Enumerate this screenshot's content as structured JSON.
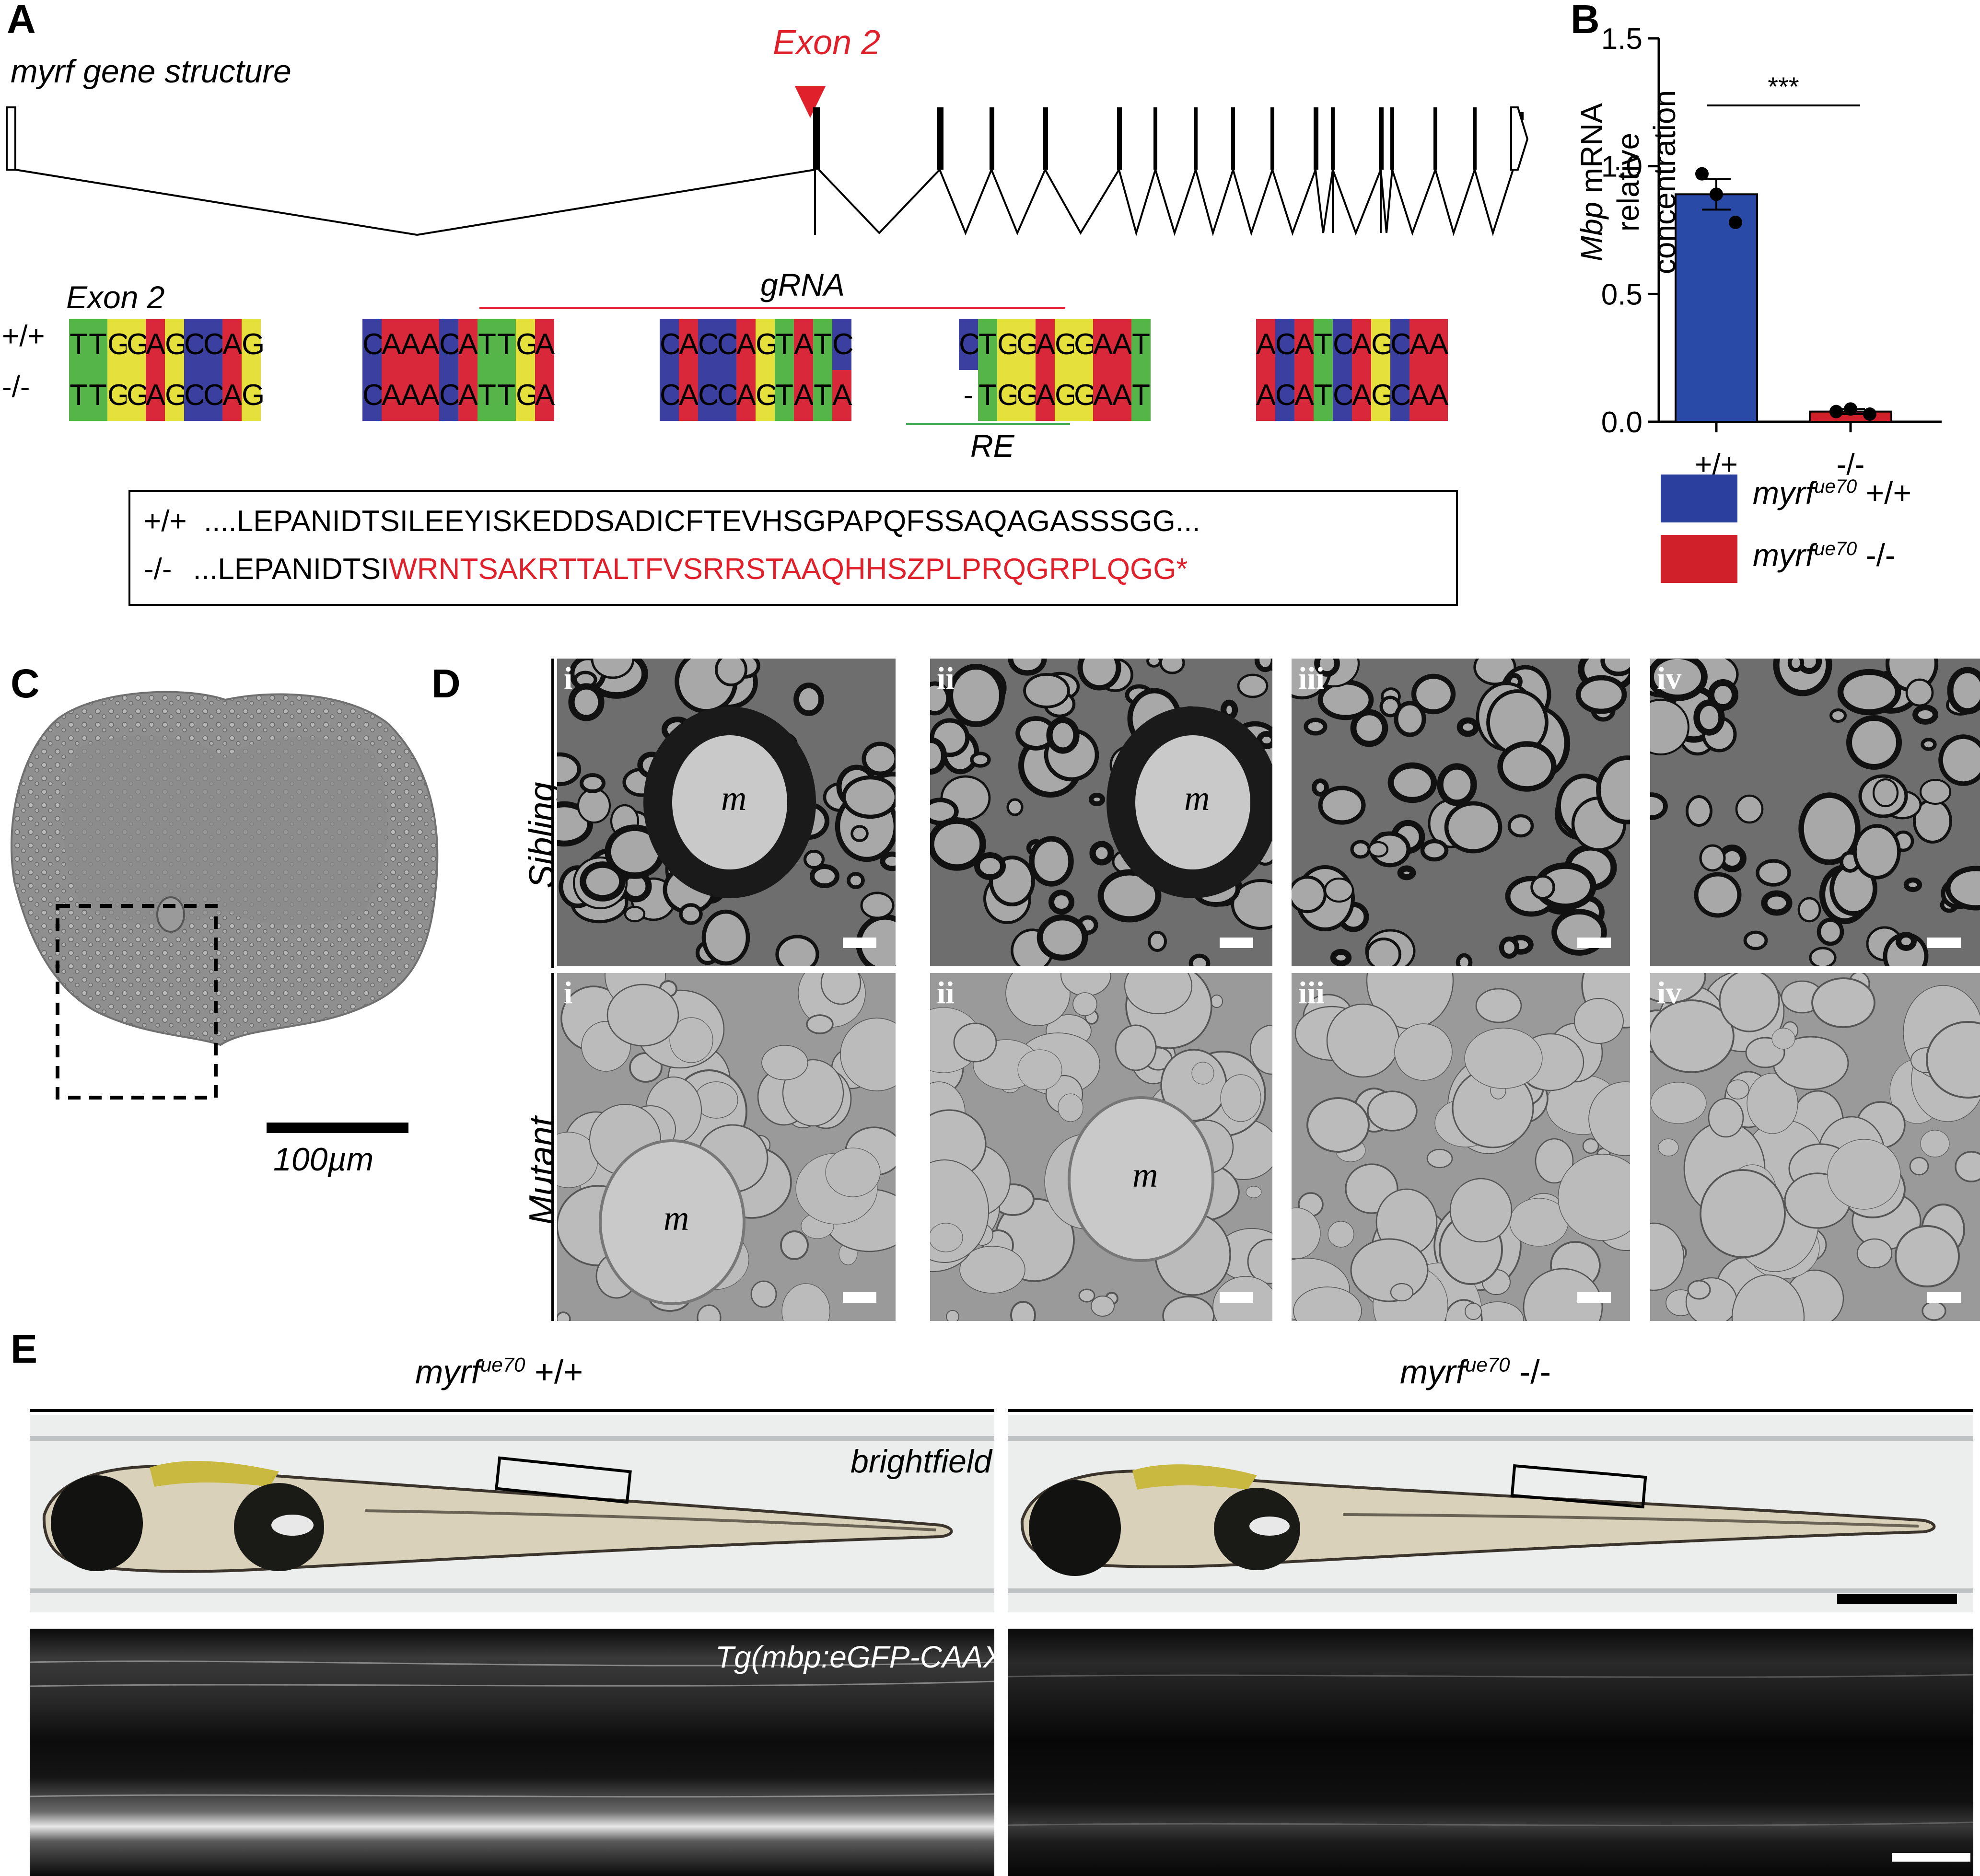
{
  "panelA": {
    "label": "A",
    "title": "myrf gene structure",
    "exon_marker": "Exon 2",
    "seq_title": "Exon 2",
    "grna": "gRNA",
    "re": "RE",
    "rows": [
      {
        "label": "+/+",
        "blocks": [
          "TTGGAGCCAG",
          "CAAACATTGA",
          "CACCAGTATC",
          "CTGGAGGAAT",
          "ACATCAGCAA"
        ]
      },
      {
        "label": "-/-",
        "blocks": [
          "TTGGAGCCAG",
          "CAAACATTGA",
          "CACCAGTATA",
          "-TGGAGGAAT",
          "ACATCAGCAA"
        ]
      }
    ],
    "protein_wt_label": "+/+",
    "protein_wt": "....LEPANIDTSILEEYISKEDDSADICFTEVHSGPAPQFSSAQAGASSSGG...",
    "protein_mut_label": "-/-",
    "protein_mut_prefix": "...LEPANIDTSI",
    "protein_mut_suffix": "WRNTSAKRTTALTFVSRRSTAAQHHSZPLPRQGRPLQGG*"
  },
  "panelB": {
    "label": "B",
    "ylabel_gene": "Mbp",
    "ylabel_rest": " mRNA",
    "ylabel_line2": "relative concentration",
    "significance": "***",
    "legend": [
      {
        "allele": "myrf",
        "sup": "ue70",
        "genotype": " +/+",
        "color": "#2a4aa8"
      },
      {
        "allele": "myrf",
        "sup": "ue70",
        "genotype": " -/-",
        "color": "#d0202a"
      }
    ]
  },
  "chart_data": {
    "type": "bar",
    "categories": [
      "+/+",
      "-/-"
    ],
    "values": [
      0.89,
      0.04
    ],
    "errors": [
      0.06,
      0.01
    ],
    "points": [
      [
        0.97,
        0.89,
        0.78
      ],
      [
        0.04,
        0.05,
        0.03
      ]
    ],
    "colors": [
      "#2a4aa8",
      "#d0202a"
    ],
    "ylim": [
      0,
      1.5
    ],
    "yticks": [
      "0.0",
      "0.5",
      "1.0",
      "1.5"
    ],
    "grid": false
  },
  "panelC": {
    "label": "C",
    "scale": "100µm"
  },
  "panelD": {
    "label": "D",
    "row_sibling": "Sibling",
    "row_mutant": "Mutant",
    "numerals": [
      "i",
      "ii",
      "iii",
      "iv"
    ],
    "m": "m"
  },
  "panelE": {
    "label": "E",
    "wt_allele": "myrf",
    "wt_sup": "ue70",
    "wt_geno": " +/+",
    "mut_allele": "myrf",
    "mut_sup": "ue70",
    "mut_geno": " -/-",
    "brightfield": "brightfield",
    "transgene": "Tg(mbp:eGFP-CAAX)"
  }
}
